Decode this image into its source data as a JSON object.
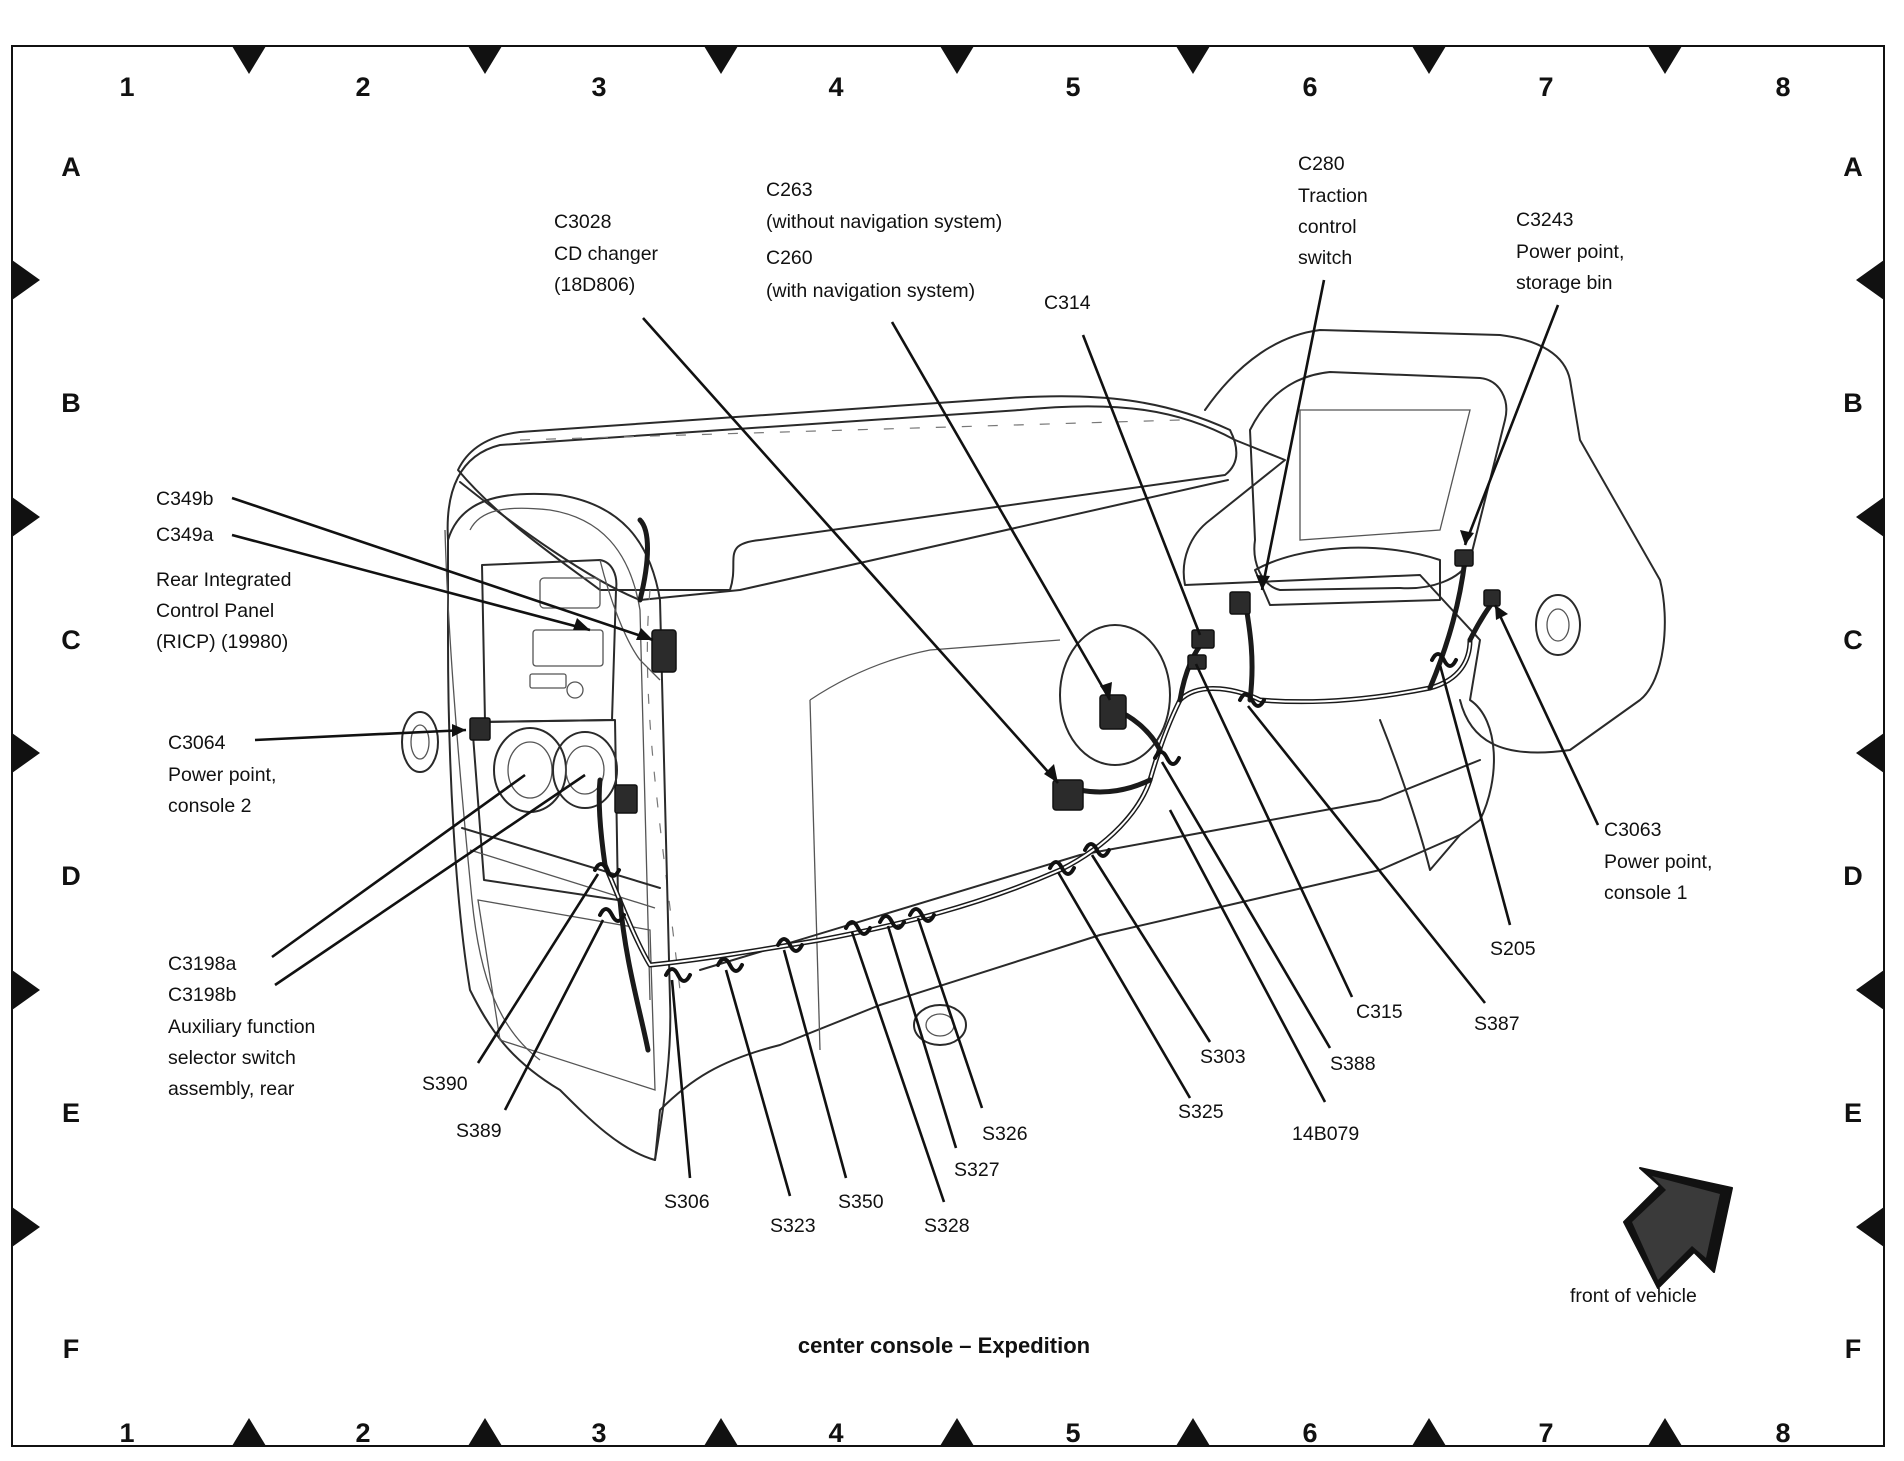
{
  "grid": {
    "columns": [
      "1",
      "2",
      "3",
      "4",
      "5",
      "6",
      "7",
      "8"
    ],
    "rows": [
      "A",
      "B",
      "C",
      "D",
      "E",
      "F"
    ]
  },
  "callouts": {
    "c3028": [
      "C3028",
      "CD changer",
      "(18D806)"
    ],
    "c263": [
      "C263",
      "(without navigation system)"
    ],
    "c260": [
      "C260",
      "(with navigation system)"
    ],
    "c314": [
      "C314"
    ],
    "c280": [
      "C280",
      "Traction",
      "control",
      "switch"
    ],
    "c3243": [
      "C3243",
      "Power point,",
      "storage bin"
    ],
    "c349b": [
      "C349b"
    ],
    "c349a": [
      "C349a"
    ],
    "ricp": [
      "Rear Integrated",
      "Control Panel",
      "(RICP) (19980)"
    ],
    "c3064": [
      "C3064",
      "Power point,",
      "console 2"
    ],
    "c3198": [
      "C3198a",
      "C3198b",
      "Auxiliary function",
      "selector switch",
      "assembly, rear"
    ],
    "c3063": [
      "C3063",
      "Power point,",
      "console 1"
    ],
    "s205": [
      "S205"
    ],
    "s387": [
      "S387"
    ],
    "c315": [
      "C315"
    ],
    "s388": [
      "S388"
    ],
    "s303": [
      "S303"
    ],
    "s325": [
      "S325"
    ],
    "n14b079": [
      "14B079"
    ],
    "s326": [
      "S326"
    ],
    "s327": [
      "S327"
    ],
    "s328": [
      "S328"
    ],
    "s350": [
      "S350"
    ],
    "s323": [
      "S323"
    ],
    "s306": [
      "S306"
    ],
    "s390": [
      "S390"
    ],
    "s389": [
      "S389"
    ]
  },
  "caption": "center console – Expedition",
  "direction_label": "front of vehicle",
  "icons": {
    "direction": "arrow-up-right-icon",
    "frame_markers": "triangle-marker-icon"
  }
}
